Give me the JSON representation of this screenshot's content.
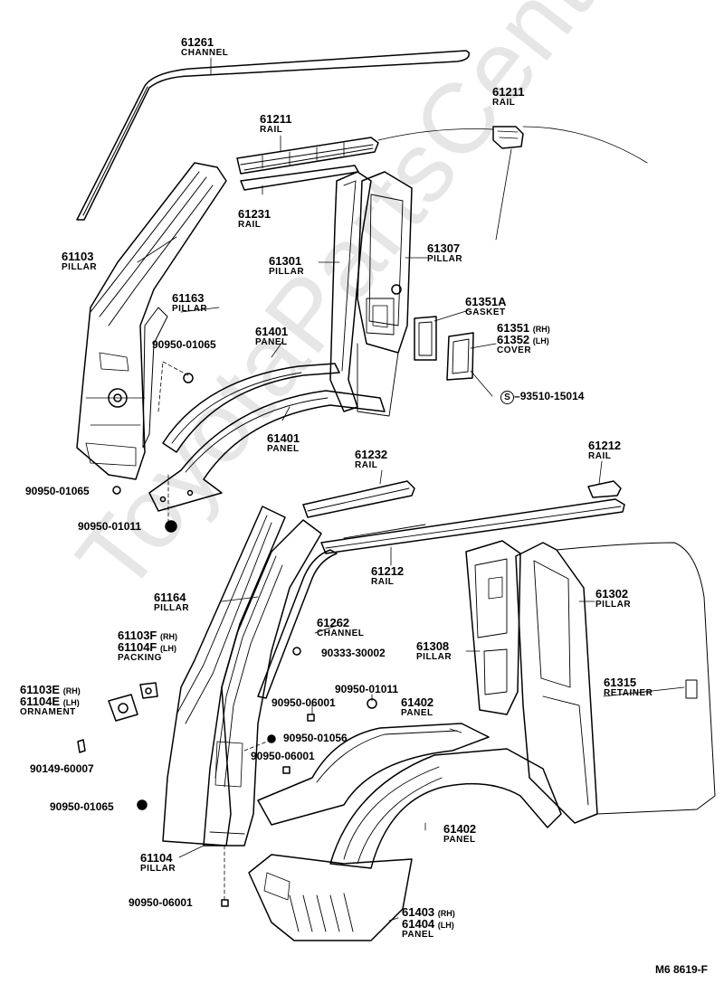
{
  "watermark": "ToyotaPartsCenter.ru",
  "parts": {
    "channel_61261": {
      "num": "61261",
      "name": "CHANNEL"
    },
    "rail_61211_left": {
      "num": "61211",
      "name": "RAIL"
    },
    "rail_61211_right": {
      "num": "61211",
      "name": "RAIL"
    },
    "rail_61231": {
      "num": "61231",
      "name": "RAIL"
    },
    "pillar_61103": {
      "num": "61103",
      "name": "PILLAR"
    },
    "pillar_61163": {
      "num": "61163",
      "name": "PILLAR"
    },
    "pillar_61301": {
      "num": "61301",
      "name": "PILLAR"
    },
    "pillar_61307": {
      "num": "61307",
      "name": "PILLAR"
    },
    "gasket_61351a": {
      "num": "61351A",
      "name": "GASKET"
    },
    "cover": {
      "num1": "61351",
      "side1": "(RH)",
      "num2": "61352",
      "side2": "(LH)",
      "name": "COVER"
    },
    "panel_61401_upper": {
      "num": "61401",
      "name": "PANEL"
    },
    "panel_61401_lower": {
      "num": "61401",
      "name": "PANEL"
    },
    "rail_61232": {
      "num": "61232",
      "name": "RAIL"
    },
    "rail_61212_right": {
      "num": "61212",
      "name": "RAIL"
    },
    "rail_61212_center": {
      "num": "61212",
      "name": "RAIL"
    },
    "pillar_61164": {
      "num": "61164",
      "name": "PILLAR"
    },
    "channel_61262": {
      "num": "61262",
      "name": "CHANNEL"
    },
    "pillar_61302": {
      "num": "61302",
      "name": "PILLAR"
    },
    "pillar_61308": {
      "num": "61308",
      "name": "PILLAR"
    },
    "retainer_61315": {
      "num": "61315",
      "name": "RETAINER"
    },
    "packing": {
      "num1": "61103F",
      "side1": "(RH)",
      "num2": "61104F",
      "side2": "(LH)",
      "name": "PACKING"
    },
    "ornament": {
      "num1": "61103E",
      "side1": "(RH)",
      "num2": "61104E",
      "side2": "(LH)",
      "name": "ORNAMENT"
    },
    "panel_61402_upper": {
      "num": "61402",
      "name": "PANEL"
    },
    "panel_61402_lower": {
      "num": "61402",
      "name": "PANEL"
    },
    "pillar_61104": {
      "num": "61104",
      "name": "PILLAR"
    },
    "panel_lower": {
      "num1": "61403",
      "side1": "(RH)",
      "num2": "61404",
      "side2": "(LH)",
      "name": "PANEL"
    }
  },
  "fasteners": {
    "f_90950_01065_a": "90950-01065",
    "f_90950_01065_b": "90950-01065",
    "f_90950_01011_a": "90950-01011",
    "f_93510_15014_prefix": "S",
    "f_93510_15014": "93510-15014",
    "f_90333_30002": "90333-30002",
    "f_90950_01011_b": "90950-01011",
    "f_90950_06001_a": "90950-06001",
    "f_90950_01056": "90950-01056",
    "f_90950_06001_b": "90950-06001",
    "f_90149_60007": "90149-60007",
    "f_90950_01065_c": "90950-01065",
    "f_90950_06001_c": "90950-06001"
  },
  "footer": "M6  8619-F",
  "colors": {
    "ink": "#000000",
    "watermark": "#e6e6e6",
    "paper": "#ffffff"
  }
}
